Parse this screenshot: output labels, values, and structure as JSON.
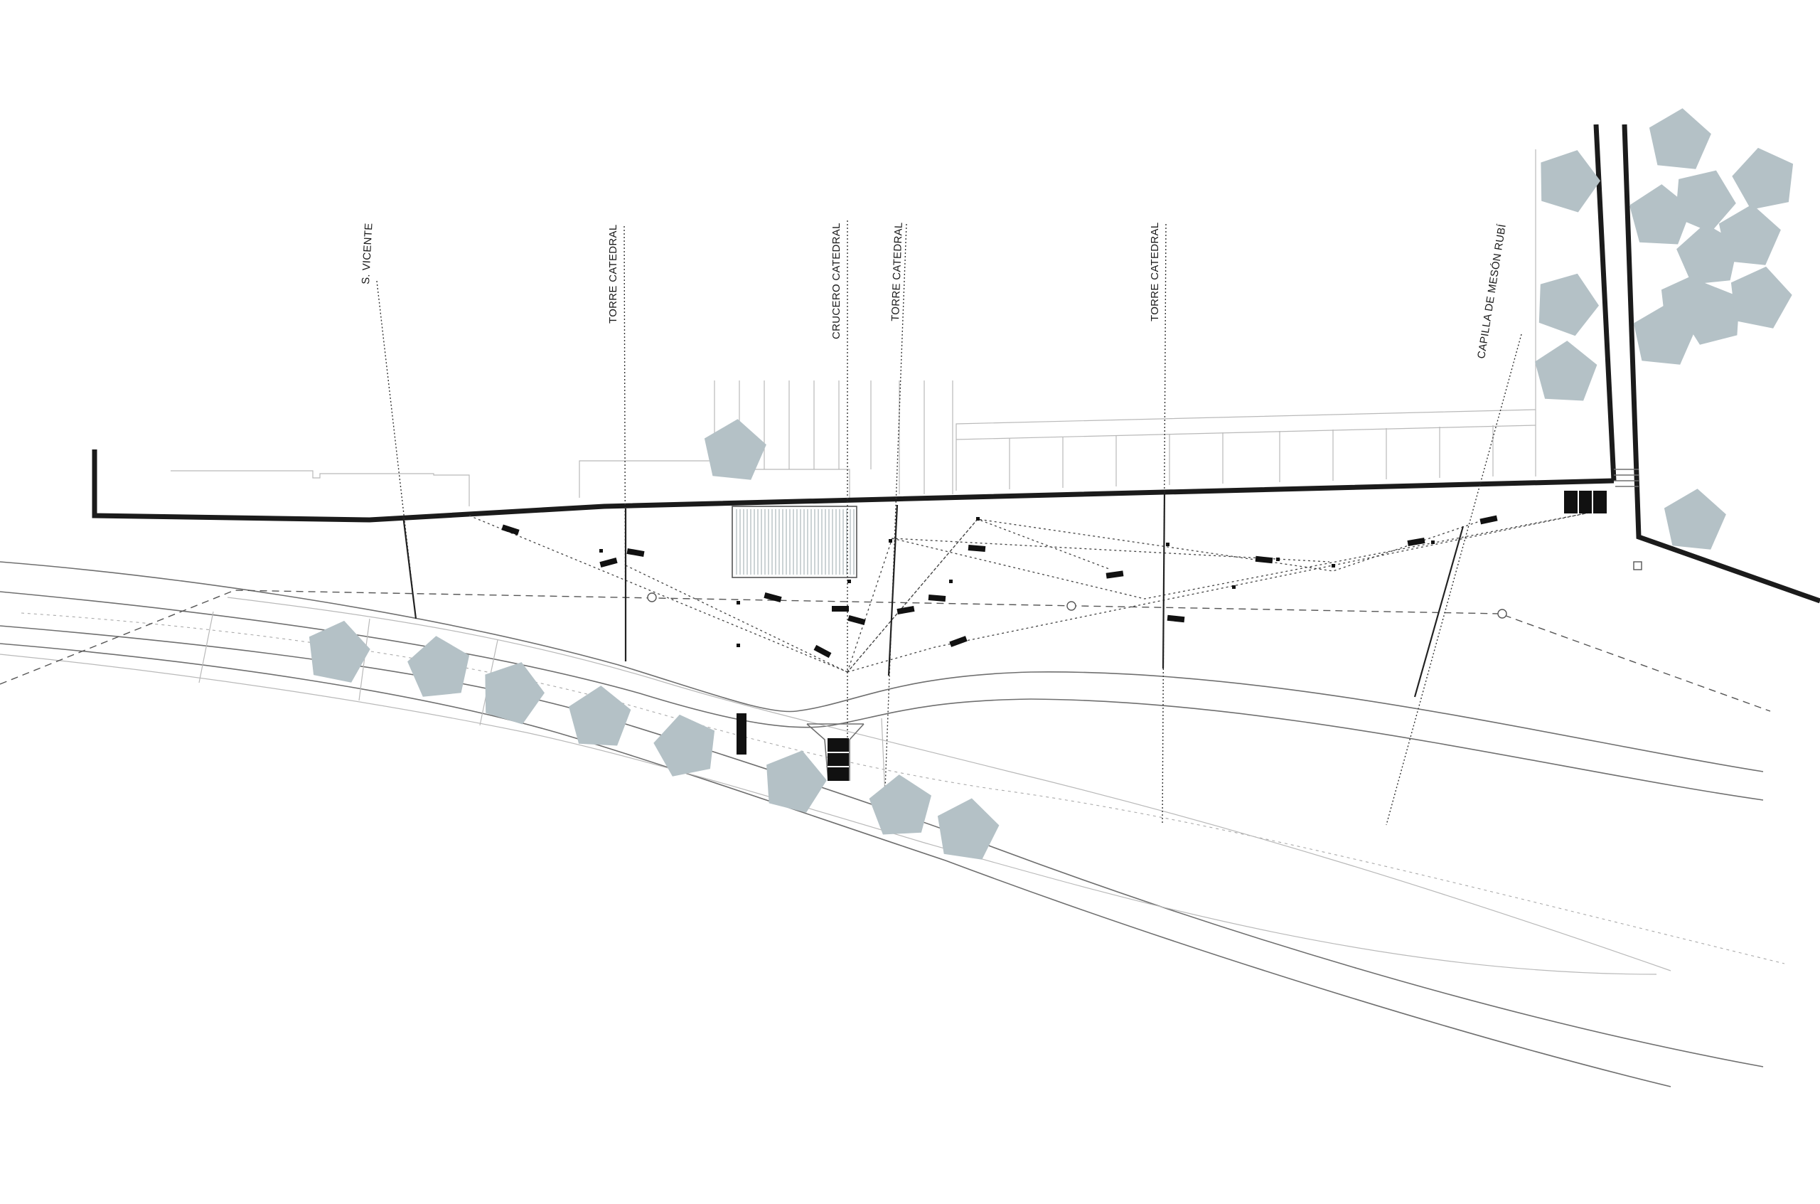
{
  "sight_lines": [
    {
      "id": "s-vicente",
      "label": "S. VICENTE"
    },
    {
      "id": "torre-catedral-1",
      "label": "TORRE CATEDRAL"
    },
    {
      "id": "crucero-catedral",
      "label": "CRUCERO CATEDRAL"
    },
    {
      "id": "torre-catedral-2",
      "label": "TORRE CATEDRAL"
    },
    {
      "id": "torre-catedral-3",
      "label": "TORRE CATEDRAL"
    },
    {
      "id": "capilla-meson-rubi",
      "label": "CAPILLA DE MESÓN RUBÍ"
    }
  ],
  "colors": {
    "wall": "#1b1b1b",
    "tree": "#b4c1c6",
    "line": "#6f6f6f",
    "faint_line": "#b9b9b9",
    "background": "#ffffff"
  },
  "icons": {
    "tree": "pentagon-tree-icon",
    "lamp": "circle-lamp-icon",
    "bench": "black-bench-block"
  }
}
